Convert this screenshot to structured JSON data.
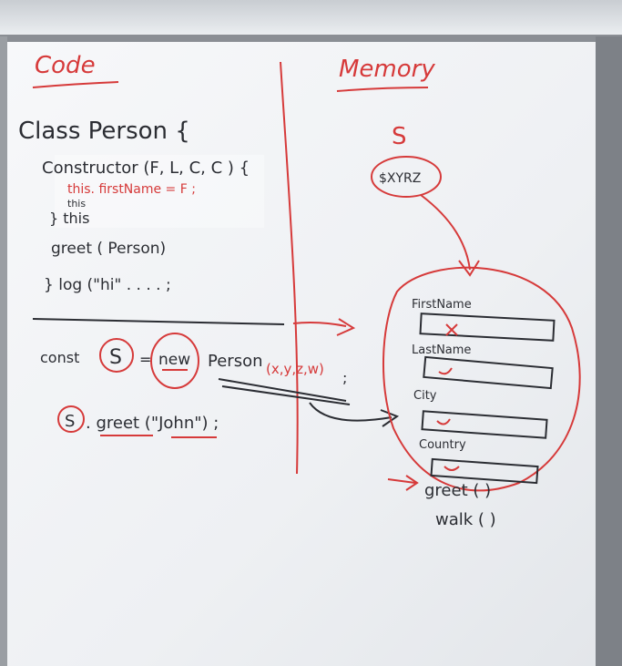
{
  "board": {
    "headings": {
      "left": "Code",
      "right": "Memory"
    },
    "code": {
      "class_line": "Class Person {",
      "constructor_line": "Constructor (F, L, C, C ) {",
      "this_line": "this. firstName = F ;",
      "this_small": "this",
      "close_this": "} this",
      "greet_line": "greet ( Person)",
      "log_line": "} log (\"hi\" . . . . ;",
      "const_prefix": "const",
      "const_var": "S",
      "const_eq": "=",
      "const_new": "new",
      "const_person": "Person",
      "const_args": "(x,y,z,w)",
      "const_end": ";",
      "greet_call_var": "S",
      "greet_call_rest": ". greet (\"John\") ;"
    },
    "memory": {
      "var_name": "S",
      "address": "$XYRZ",
      "fields": [
        "FirstName",
        "LastName",
        "City",
        "Country"
      ],
      "methods": [
        "greet ( )",
        "walk ( )"
      ]
    }
  },
  "colors": {
    "ink_dark": "#2b2d33",
    "ink_red": "#d63a3a",
    "board": "#f4f6f8"
  }
}
